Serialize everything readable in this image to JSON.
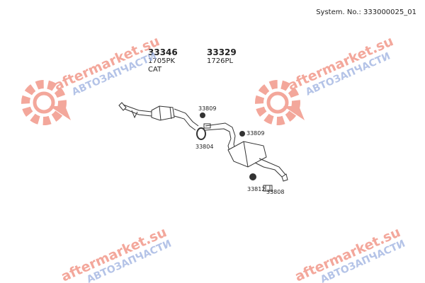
{
  "header": {
    "system_number": "System. No.: 333000025_01"
  },
  "parts": [
    {
      "number": "33346",
      "code": "1705PK",
      "note": "CAT"
    },
    {
      "number": "33329",
      "code": "1726PL",
      "note": ""
    }
  ],
  "callouts": {
    "c33809a": "33809",
    "c33804": "33804",
    "c33809b": "33809",
    "c33812": "33812",
    "c33808": "33808"
  },
  "watermark": {
    "brand": "aftermarket.su",
    "subtitle": "АВТОЗАПЧАСТИ"
  },
  "colors": {
    "watermark_red": "#f08a7a",
    "watermark_blue": "#9bb0e0",
    "line": "#333333"
  }
}
